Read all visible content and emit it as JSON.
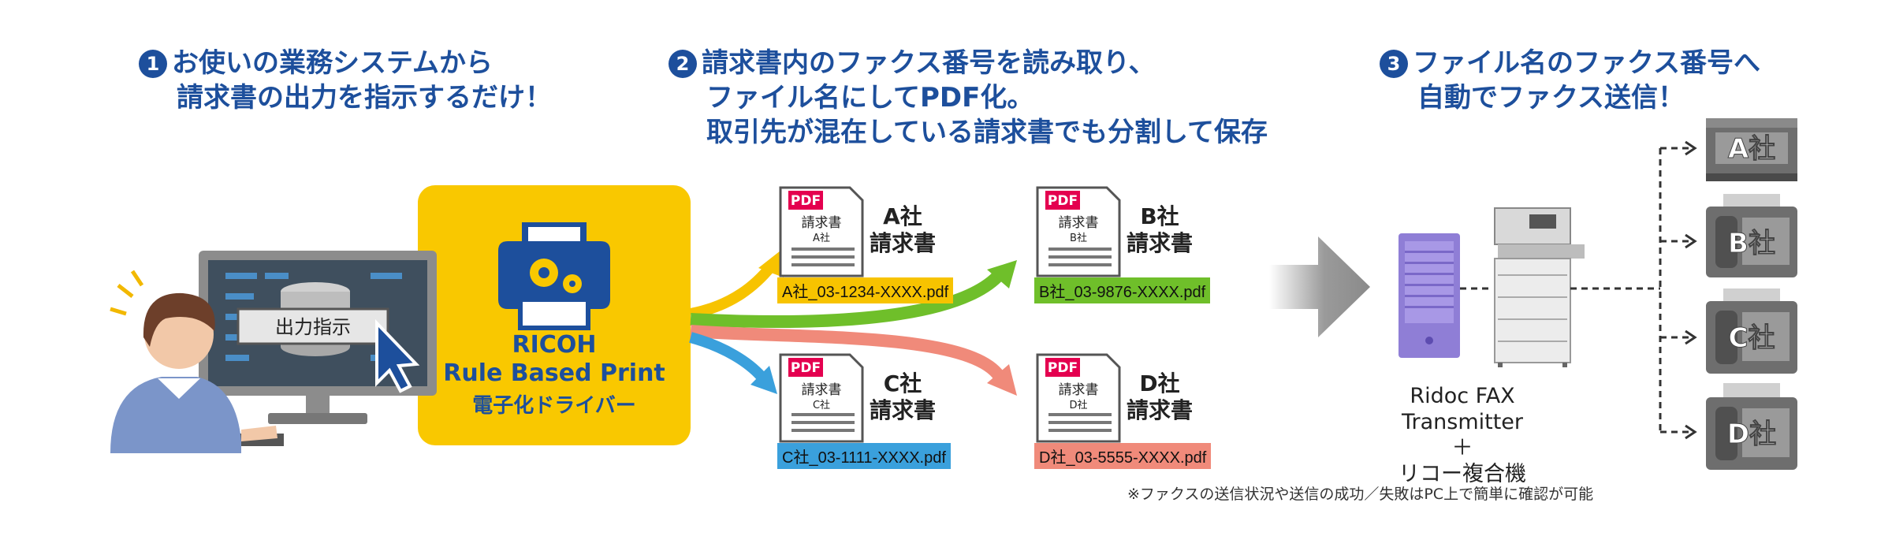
{
  "steps": [
    {
      "num": "1",
      "lines": [
        "お使いの業務システムから",
        "請求書の出力を指示するだけ！"
      ]
    },
    {
      "num": "2",
      "lines": [
        "請求書内のファクス番号を読み取り、",
        "ファイル名にしてPDF化。",
        "取引先が混在している請求書でも分割して保存"
      ]
    },
    {
      "num": "3",
      "lines": [
        "ファイル名のファクス番号へ",
        "自動でファクス送信！"
      ]
    }
  ],
  "monitor": {
    "button_label": "出力指示"
  },
  "driver": {
    "line1": "RICOH",
    "line2": "Rule Based Print",
    "line3": "電子化ドライバー"
  },
  "documents": [
    {
      "badge": "PDF",
      "doc_label": "請求書",
      "company": "A社",
      "title1": "A社",
      "title2": "請求書",
      "filename": "A社_03-1234-XXXX.pdf",
      "color": "#f7c300"
    },
    {
      "badge": "PDF",
      "doc_label": "請求書",
      "company": "B社",
      "title1": "B社",
      "title2": "請求書",
      "filename": "B社_03-9876-XXXX.pdf",
      "color": "#6fbf2a"
    },
    {
      "badge": "PDF",
      "doc_label": "請求書",
      "company": "C社",
      "title1": "C社",
      "title2": "請求書",
      "filename": "C社_03-1111-XXXX.pdf",
      "color": "#3aa0dc"
    },
    {
      "badge": "PDF",
      "doc_label": "請求書",
      "company": "D社",
      "title1": "D社",
      "title2": "請求書",
      "filename": "D社_03-5555-XXXX.pdf",
      "color": "#f08a7a"
    }
  ],
  "fax": {
    "line1": "Ridoc FAX Transmitter",
    "line2": "＋",
    "line3": "リコー複合機"
  },
  "recipients": [
    "A社",
    "B社",
    "C社",
    "D社"
  ],
  "footnote": "※ファクスの送信状況や送信の成功／失敗はPC上で簡単に確認が可能",
  "colors": {
    "accent": "#1d4f9c",
    "driver_bg": "#f9c800",
    "pdf_badge": "#e4004f"
  }
}
